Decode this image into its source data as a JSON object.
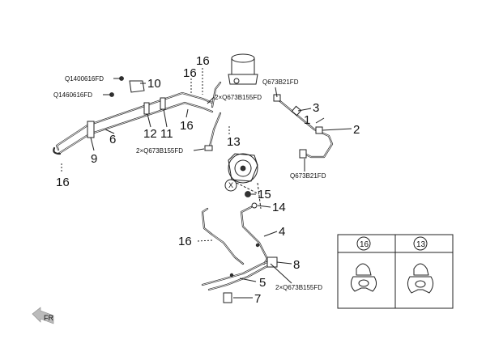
{
  "callouts": {
    "c1": "1",
    "c2": "2",
    "c3": "3",
    "c4": "4",
    "c5": "5",
    "c6": "6",
    "c7": "7",
    "c8": "8",
    "c9": "9",
    "c10": "10",
    "c11": "11",
    "c12": "12",
    "c13": "13",
    "c14": "14",
    "c15": "15",
    "c16a": "16",
    "c16b": "16",
    "c16c": "16",
    "c16d": "16",
    "c16e": "16"
  },
  "part_codes": {
    "q1400616": "Q1400616FD",
    "q1460616": "Q1460616FD",
    "q673b155_top": "2×Q673B155FD",
    "q673b155_mid": "2×Q673B155FD",
    "q673b155_low": "2×Q673B155FD",
    "q673b21_top": "Q673B21FD",
    "q673b21_low": "Q673B21FD"
  },
  "view_marker": "X",
  "front_indicator": "FR",
  "legend": {
    "clip_a": "16",
    "clip_b": "13"
  }
}
